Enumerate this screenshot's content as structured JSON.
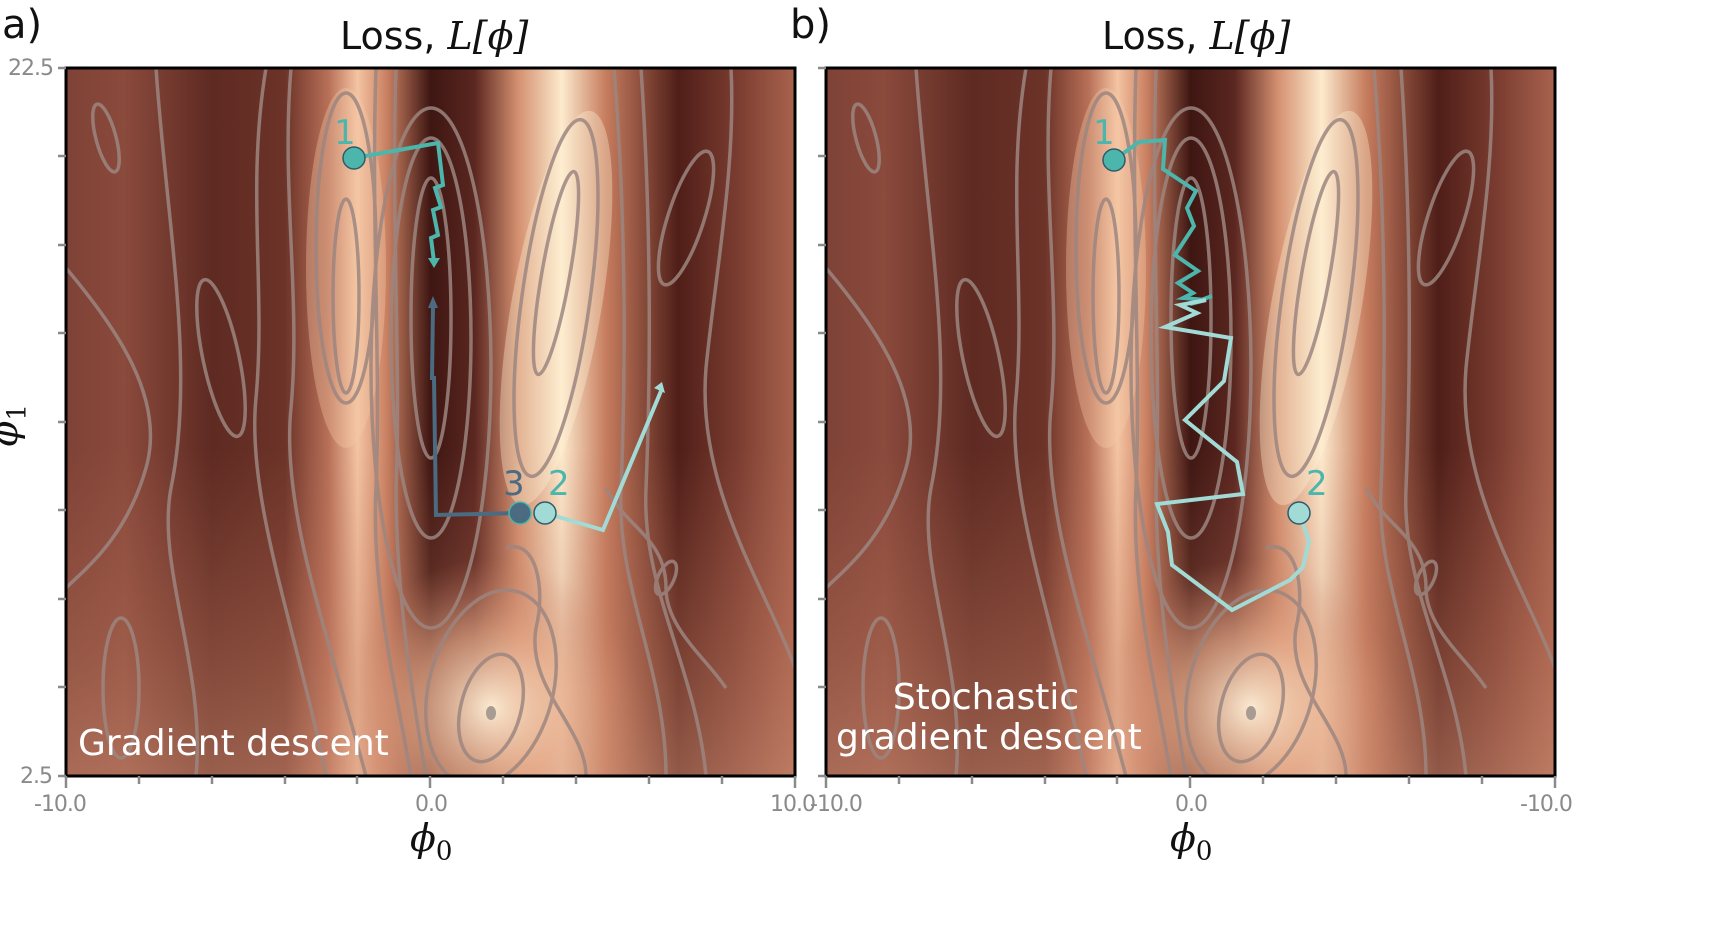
{
  "figure": {
    "panels": [
      {
        "id": "a",
        "label": "a)",
        "title_text": "Loss, ",
        "title_math": "L[ϕ]",
        "annotation": "Gradient descent",
        "x_ticks": [
          "-10.0",
          "0.0",
          "10.0"
        ],
        "y_ticks": [
          "22.5",
          "2.5"
        ],
        "xlabel": "ϕ",
        "xlabel_sub": "0",
        "ylabel": "ϕ",
        "ylabel_sub": "1",
        "markers": [
          {
            "label": "1",
            "color": "#4db6ac"
          },
          {
            "label": "2",
            "color": "#a2dbd6"
          },
          {
            "label": "3",
            "color": "#4a6b80"
          }
        ]
      },
      {
        "id": "b",
        "label": "b)",
        "title_text": "Loss, ",
        "title_math": "L[ϕ]",
        "annotation_line1": "Stochastic",
        "annotation_line2": "gradient descent",
        "x_ticks": [
          "-10.0",
          "0.0",
          "-10.0"
        ],
        "xlabel": "ϕ",
        "xlabel_sub": "0",
        "markers": [
          {
            "label": "1",
            "color": "#4db6ac"
          },
          {
            "label": "2",
            "color": "#a2dbd6"
          }
        ]
      }
    ]
  },
  "chart_data": [
    {
      "type": "heatmap",
      "title": "Loss, L[ϕ]",
      "panel": "a",
      "subtitle": "Gradient descent",
      "xlabel": "ϕ0",
      "ylabel": "ϕ1",
      "xlim": [
        -10.0,
        10.0
      ],
      "ylim": [
        2.5,
        22.5
      ],
      "x_tick_labels": [
        "-10.0",
        "0.0",
        "10.0"
      ],
      "y_tick_labels": [
        "2.5",
        "22.5"
      ],
      "contours": true,
      "colormap": "dark brown (high loss) to cream (low loss)",
      "trajectories": [
        {
          "name": "start 1",
          "start": [
            -2.1,
            20.0
          ],
          "end": [
            0.1,
            17.0
          ],
          "points": [
            [
              -2.1,
              20.0
            ],
            [
              0.2,
              20.4
            ],
            [
              0.3,
              19.6
            ],
            [
              0.1,
              19.2
            ],
            [
              0.2,
              18.6
            ],
            [
              0.1,
              18.2
            ],
            [
              0.2,
              17.7
            ],
            [
              0.1,
              17.0
            ]
          ]
        },
        {
          "name": "start 2",
          "start": [
            3.2,
            10.0
          ],
          "end": [
            6.3,
            13.9
          ],
          "points": [
            [
              3.2,
              10.0
            ],
            [
              4.8,
              9.6
            ],
            [
              6.3,
              13.9
            ]
          ]
        },
        {
          "name": "start 3",
          "start": [
            2.5,
            10.0
          ],
          "end": [
            0.1,
            16.3
          ],
          "points": [
            [
              2.5,
              10.0
            ],
            [
              0.1,
              9.9
            ],
            [
              -0.1,
              15.3
            ],
            [
              0.1,
              15.4
            ],
            [
              0.1,
              16.3
            ]
          ]
        }
      ],
      "minima": [
        [
          1.6,
          4.2
        ]
      ]
    },
    {
      "type": "heatmap",
      "title": "Loss, L[ϕ]",
      "panel": "b",
      "subtitle": "Stochastic gradient descent",
      "xlabel": "ϕ0",
      "xlim": [
        -10.0,
        10.0
      ],
      "ylim": [
        2.5,
        22.5
      ],
      "x_tick_labels": [
        "-10.0",
        "0.0",
        "-10.0"
      ],
      "contours": true,
      "trajectories": [
        {
          "name": "start 1",
          "start": [
            -2.1,
            20.0
          ],
          "points": [
            [
              -2.1,
              20.0
            ],
            [
              -1.5,
              20.8
            ],
            [
              -0.7,
              20.8
            ],
            [
              -0.8,
              19.8
            ],
            [
              0.2,
              19.1
            ],
            [
              -0.2,
              18.2
            ],
            [
              0.1,
              17.5
            ],
            [
              -0.4,
              17.1
            ],
            [
              0.2,
              16.6
            ],
            [
              0.0,
              16.3
            ],
            [
              0.5,
              16.0
            ]
          ]
        },
        {
          "name": "start 2",
          "start": [
            3.0,
            10.0
          ],
          "points": [
            [
              3.0,
              10.0
            ],
            [
              3.6,
              9.2
            ],
            [
              3.1,
              7.9
            ],
            [
              1.2,
              7.0
            ],
            [
              -1.0,
              8.3
            ],
            [
              -1.2,
              9.3
            ],
            [
              -1.8,
              10.1
            ],
            [
              1.5,
              10.6
            ],
            [
              1.1,
              11.6
            ],
            [
              -0.3,
              12.6
            ],
            [
              1.0,
              14.0
            ],
            [
              1.0,
              15.6
            ],
            [
              -0.8,
              15.1
            ],
            [
              0.5,
              15.6
            ],
            [
              -0.4,
              15.8
            ],
            [
              0.3,
              16.0
            ]
          ]
        }
      ],
      "minima": [
        [
          1.6,
          4.2
        ]
      ]
    }
  ]
}
